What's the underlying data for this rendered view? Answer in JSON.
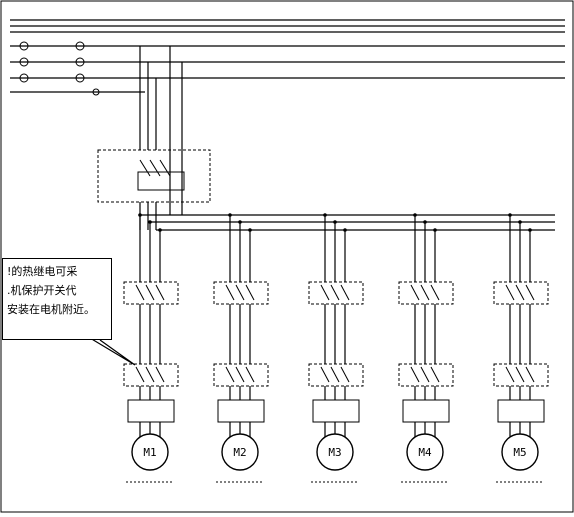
{
  "note": {
    "lines": [
      "!的热继电可采",
      ".机保护开关代",
      "安装在电机附近。"
    ]
  },
  "watermark": "",
  "motors": [
    {
      "id": "M1"
    },
    {
      "id": "M2"
    },
    {
      "id": "M3"
    },
    {
      "id": "M4"
    },
    {
      "id": "M5"
    }
  ],
  "colors": {
    "line": "#000000",
    "watermark": "#cc0000"
  }
}
